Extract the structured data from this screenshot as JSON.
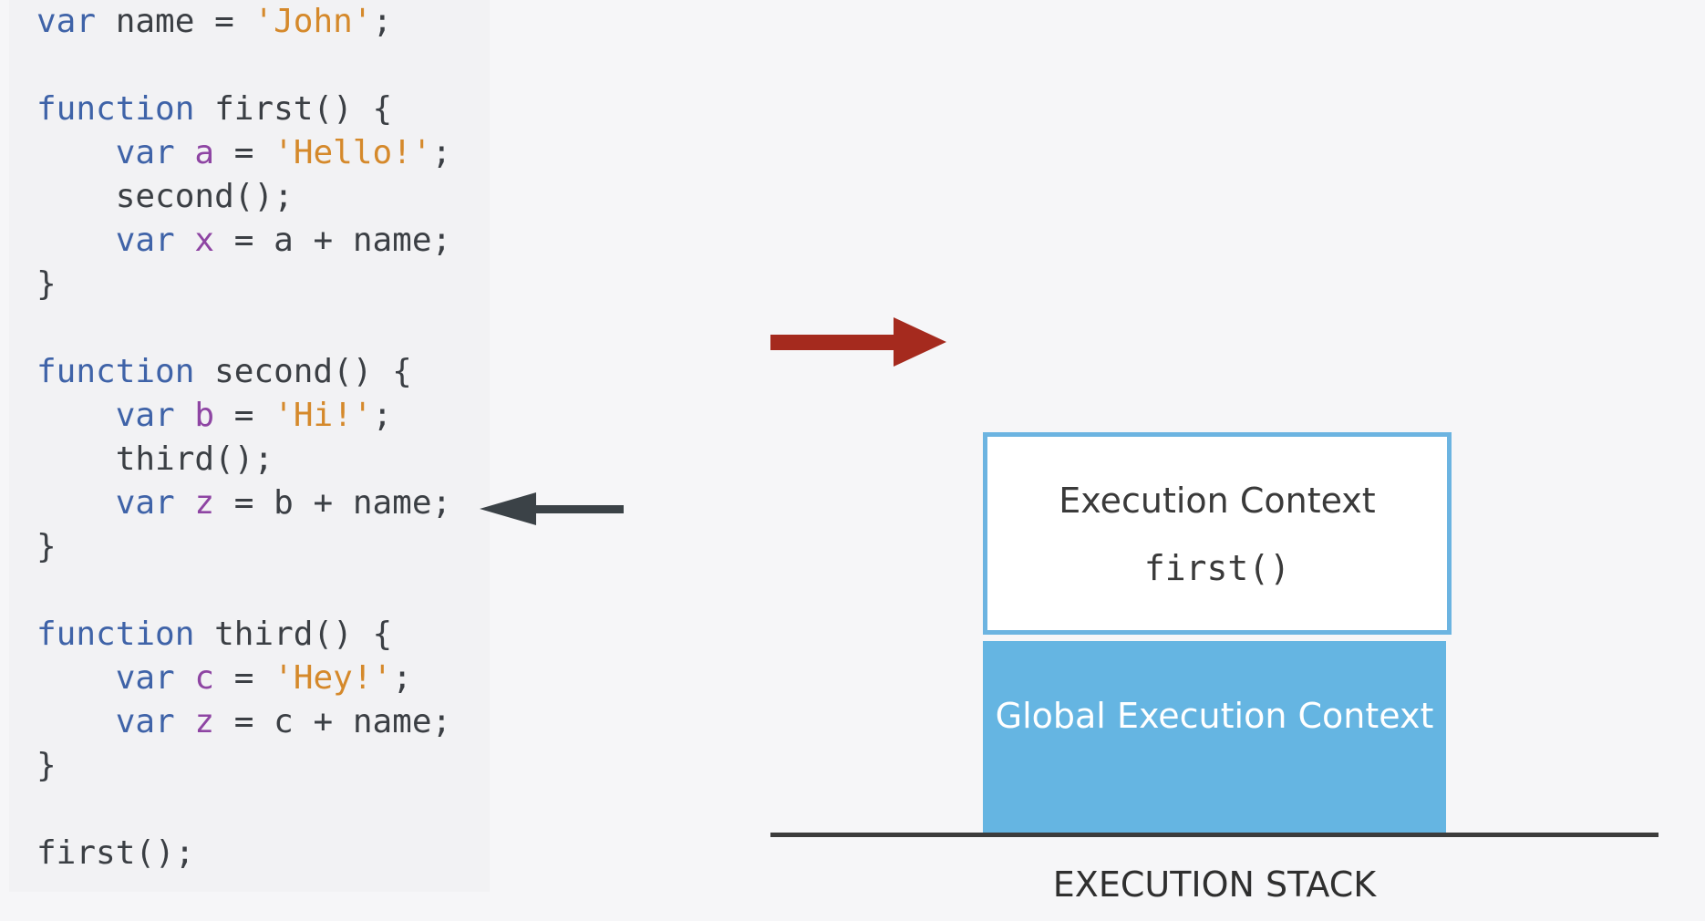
{
  "code": {
    "lines": [
      [
        {
          "t": "var",
          "c": "kw"
        },
        {
          "t": " name = ",
          "c": "plain"
        },
        {
          "t": "'John'",
          "c": "str"
        },
        {
          "t": ";",
          "c": "plain"
        }
      ],
      [],
      [
        {
          "t": "function",
          "c": "kw"
        },
        {
          "t": " first() {",
          "c": "plain"
        }
      ],
      [
        {
          "t": "    ",
          "c": "plain"
        },
        {
          "t": "var",
          "c": "kw"
        },
        {
          "t": " ",
          "c": "plain"
        },
        {
          "t": "a",
          "c": "var"
        },
        {
          "t": " = ",
          "c": "plain"
        },
        {
          "t": "'Hello!'",
          "c": "str"
        },
        {
          "t": ";",
          "c": "plain"
        }
      ],
      [
        {
          "t": "    second();",
          "c": "plain"
        }
      ],
      [
        {
          "t": "    ",
          "c": "plain"
        },
        {
          "t": "var",
          "c": "kw"
        },
        {
          "t": " ",
          "c": "plain"
        },
        {
          "t": "x",
          "c": "var"
        },
        {
          "t": " = a + name;",
          "c": "plain"
        }
      ],
      [
        {
          "t": "}",
          "c": "plain"
        }
      ],
      [],
      [
        {
          "t": "function",
          "c": "kw"
        },
        {
          "t": " second() {",
          "c": "plain"
        }
      ],
      [
        {
          "t": "    ",
          "c": "plain"
        },
        {
          "t": "var",
          "c": "kw"
        },
        {
          "t": " ",
          "c": "plain"
        },
        {
          "t": "b",
          "c": "var"
        },
        {
          "t": " = ",
          "c": "plain"
        },
        {
          "t": "'Hi!'",
          "c": "str"
        },
        {
          "t": ";",
          "c": "plain"
        }
      ],
      [
        {
          "t": "    third();",
          "c": "plain"
        }
      ],
      [
        {
          "t": "    ",
          "c": "plain"
        },
        {
          "t": "var",
          "c": "kw"
        },
        {
          "t": " ",
          "c": "plain"
        },
        {
          "t": "z",
          "c": "var"
        },
        {
          "t": " = b + name;",
          "c": "plain"
        }
      ],
      [
        {
          "t": "}",
          "c": "plain"
        }
      ],
      [],
      [
        {
          "t": "function",
          "c": "kw"
        },
        {
          "t": " third() {",
          "c": "plain"
        }
      ],
      [
        {
          "t": "    ",
          "c": "plain"
        },
        {
          "t": "var",
          "c": "kw"
        },
        {
          "t": " ",
          "c": "plain"
        },
        {
          "t": "c",
          "c": "var"
        },
        {
          "t": " = ",
          "c": "plain"
        },
        {
          "t": "'Hey!'",
          "c": "str"
        },
        {
          "t": ";",
          "c": "plain"
        }
      ],
      [
        {
          "t": "    ",
          "c": "plain"
        },
        {
          "t": "var",
          "c": "kw"
        },
        {
          "t": " ",
          "c": "plain"
        },
        {
          "t": "z",
          "c": "var"
        },
        {
          "t": " = c + name;",
          "c": "plain"
        }
      ],
      [
        {
          "t": "}",
          "c": "plain"
        }
      ],
      [],
      [
        {
          "t": "first();",
          "c": "plain"
        }
      ]
    ]
  },
  "stack": {
    "contexts": [
      {
        "title": "Execution Context",
        "function": "first()"
      }
    ],
    "global_label": "Global Execution Context",
    "base_label": "EXECUTION STACK"
  },
  "colors": {
    "keyword": "#3f63a8",
    "string": "#d5892b",
    "variable": "#8e45a3",
    "context_border": "#6cb4e1",
    "global_fill": "#65b5e2",
    "red_arrow": "#a52a1e",
    "dark_arrow": "#3b4247"
  },
  "icons": {
    "current_line_pointer": "arrow-left-icon",
    "stack_pointer": "arrow-right-icon"
  }
}
